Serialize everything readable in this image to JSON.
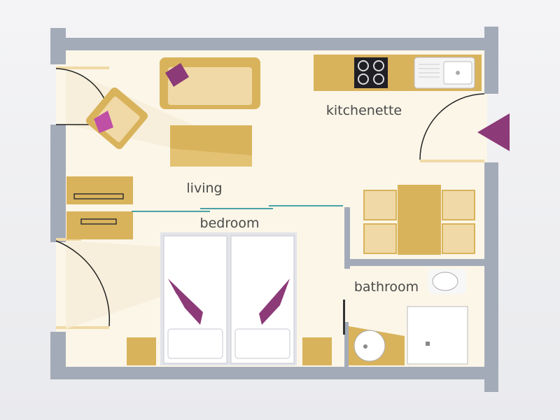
{
  "rooms": {
    "kitchenette": "kitchenette",
    "living": "living",
    "bedroom": "bedroom",
    "bathroom": "bathroom"
  },
  "colors": {
    "wall": "#a4abb8",
    "floor": "#fbf6e8",
    "furniture_gold": "#d9b35c",
    "furniture_light": "#f0d9a6",
    "accent_purple": "#8c3a78",
    "partition_teal": "#4aa3a6",
    "bed_white": "#ffffff"
  },
  "icons": [
    "entrance-arrow-icon",
    "stove-icon",
    "sink-icon",
    "toilet-icon",
    "washbasin-icon",
    "shower-icon"
  ]
}
